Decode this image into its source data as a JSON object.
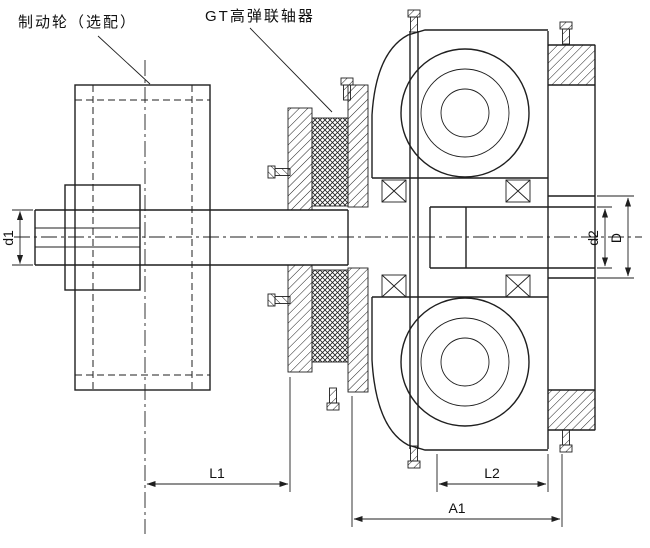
{
  "drawing": {
    "callouts": {
      "brake_wheel": "制动轮（选配）",
      "coupling": "GT高弹联轴器"
    },
    "dimensions": {
      "d1": "d1",
      "d2": "d2",
      "D": "D",
      "L1": "L1",
      "L2": "L2",
      "A1": "A1"
    },
    "colors": {
      "line": "#1f1f1f",
      "background": "#ffffff"
    }
  }
}
